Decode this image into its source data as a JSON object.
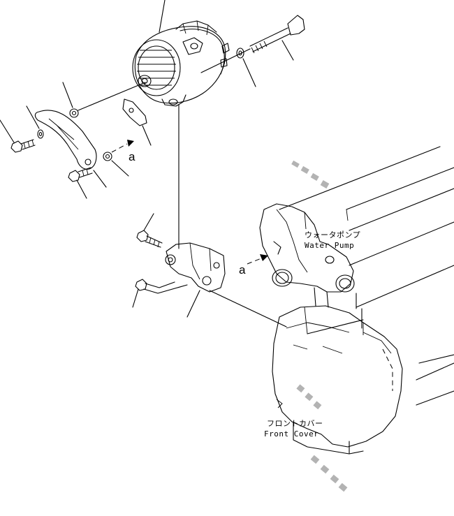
{
  "labels": {
    "water_pump_jp": "ウォータポンプ",
    "water_pump_en": "Water Pump",
    "front_cover_jp": "フロントカバー",
    "front_cover_en": "Front Cover",
    "view_a_1": "a",
    "view_a_2": "a"
  }
}
